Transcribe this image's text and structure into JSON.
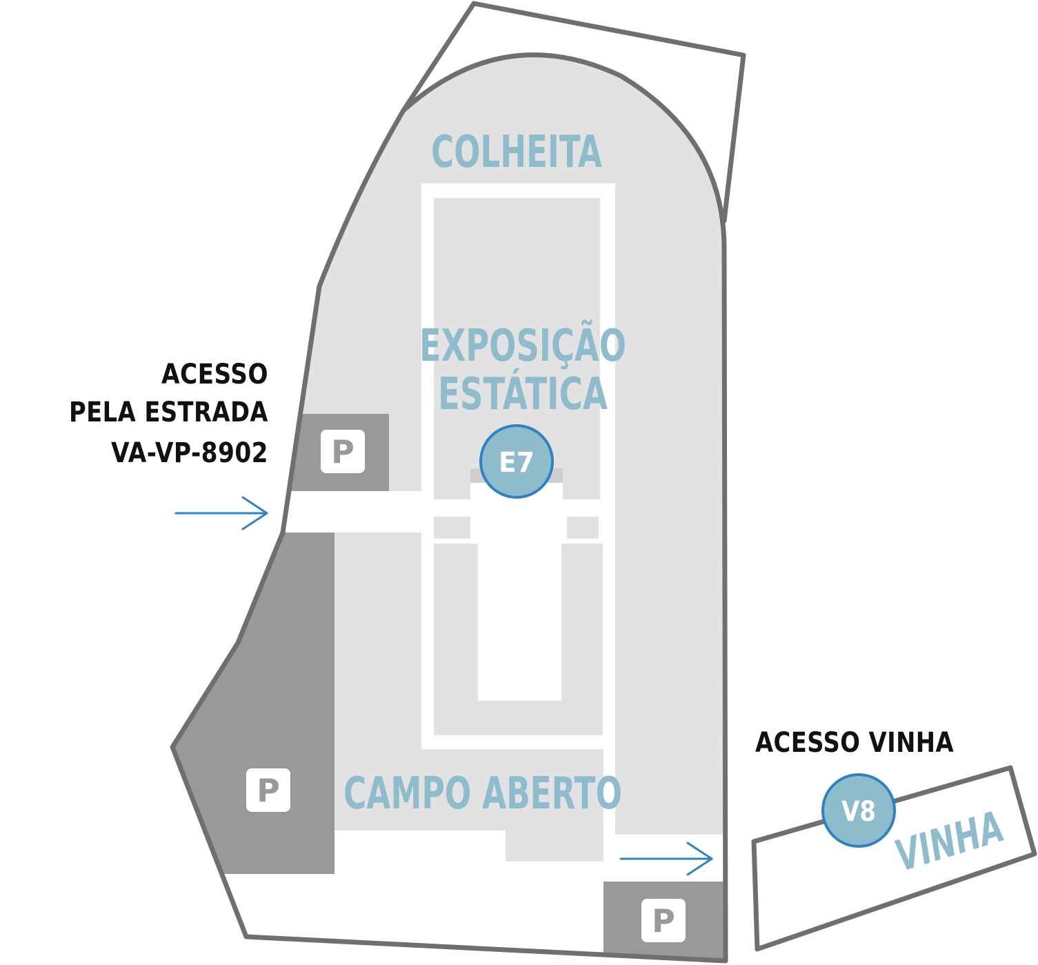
{
  "colors": {
    "outline": "#6f6f6f",
    "ground": "#e2e2e2",
    "parking": "#9a9998",
    "area_label": "#8fbccc",
    "badge_fill": "#8fbccc",
    "badge_stroke": "#2e82c4",
    "arrow": "#2e82c4",
    "access_text": "#111111"
  },
  "areas": {
    "colheita": "COLHEITA",
    "exposicao_line1": "EXPOSIÇÃO",
    "exposicao_line2": "ESTÁTICA",
    "campo_aberto": "CAMPO ABERTO",
    "vinha": "VINHA"
  },
  "badges": {
    "e7": "E7",
    "v8": "V8"
  },
  "access": {
    "road_line1": "ACESSO",
    "road_line2": "PELA ESTRADA",
    "road_line3": "VA-VP-8902",
    "vinha": "ACESSO VINHA"
  },
  "parking": {
    "symbol": "P",
    "icon": "parking-icon"
  },
  "icons": {
    "arrow": "arrow-right-icon"
  }
}
